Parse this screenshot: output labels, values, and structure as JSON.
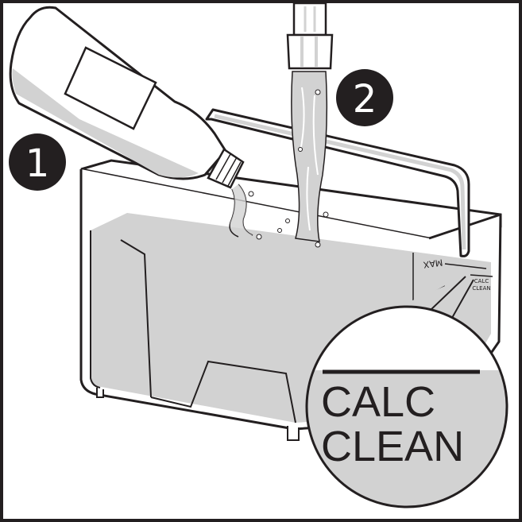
{
  "steps": [
    {
      "number": "1"
    },
    {
      "number": "2"
    }
  ],
  "tank": {
    "max_label": "MAX",
    "small_calc_label": "CALC",
    "small_clean_label": "CLEAN"
  },
  "zoom": {
    "line1": "CALC",
    "line2": "CLEAN"
  },
  "colors": {
    "liquid": "#d2d2d2",
    "outline": "#231f20",
    "badge": "#231f20",
    "background": "#ffffff"
  }
}
